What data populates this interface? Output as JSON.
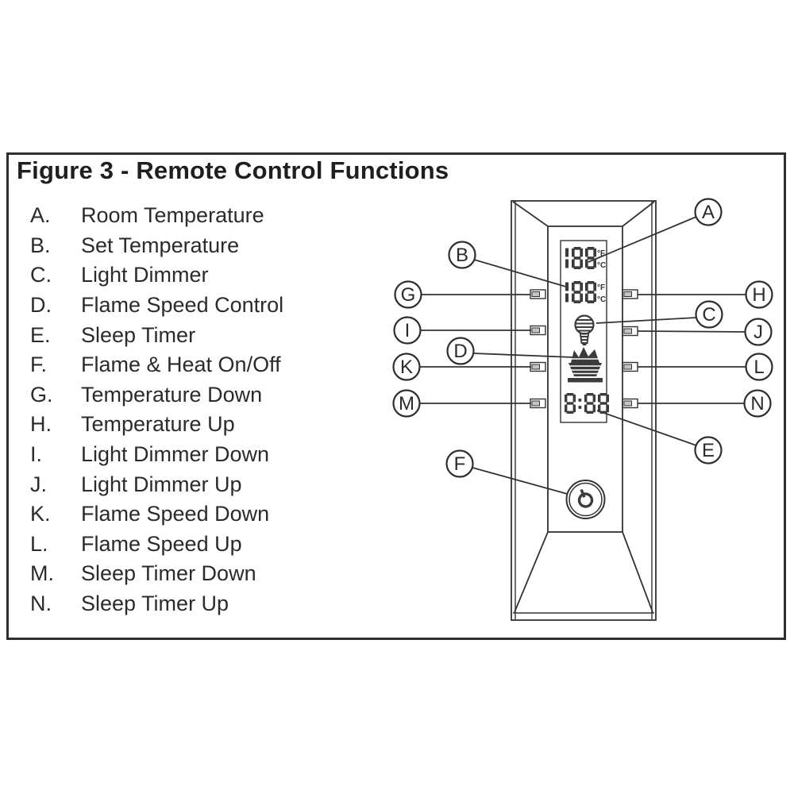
{
  "figure": {
    "title": "Figure 3 - Remote Control Functions"
  },
  "legend": {
    "items": [
      {
        "letter": "A.",
        "label": "Room Temperature"
      },
      {
        "letter": "B.",
        "label": "Set Temperature"
      },
      {
        "letter": "C.",
        "label": "Light Dimmer"
      },
      {
        "letter": "D.",
        "label": "Flame Speed Control"
      },
      {
        "letter": "E.",
        "label": "Sleep Timer"
      },
      {
        "letter": "F.",
        "label": "Flame & Heat On/Off"
      },
      {
        "letter": "G.",
        "label": "Temperature Down"
      },
      {
        "letter": "H.",
        "label": "Temperature Up"
      },
      {
        "letter": "I.",
        "label": "Light Dimmer Down"
      },
      {
        "letter": "J.",
        "label": "Light Dimmer Up"
      },
      {
        "letter": "K.",
        "label": "Flame Speed Down"
      },
      {
        "letter": "L.",
        "label": "Flame Speed Up"
      },
      {
        "letter": "M.",
        "label": "Sleep Timer Down"
      },
      {
        "letter": "N.",
        "label": "Sleep Timer Up"
      }
    ]
  },
  "remote": {
    "callouts": [
      "A",
      "B",
      "C",
      "D",
      "E",
      "F",
      "G",
      "H",
      "I",
      "J",
      "K",
      "L",
      "M",
      "N"
    ],
    "display": {
      "room_temp": "188",
      "set_temp": "188",
      "timer": "8:88",
      "unit_f": "°F",
      "unit_c": "°C"
    },
    "icons": {
      "light": "bulb-icon",
      "flame": "flame-icon",
      "power": "power-icon"
    }
  }
}
